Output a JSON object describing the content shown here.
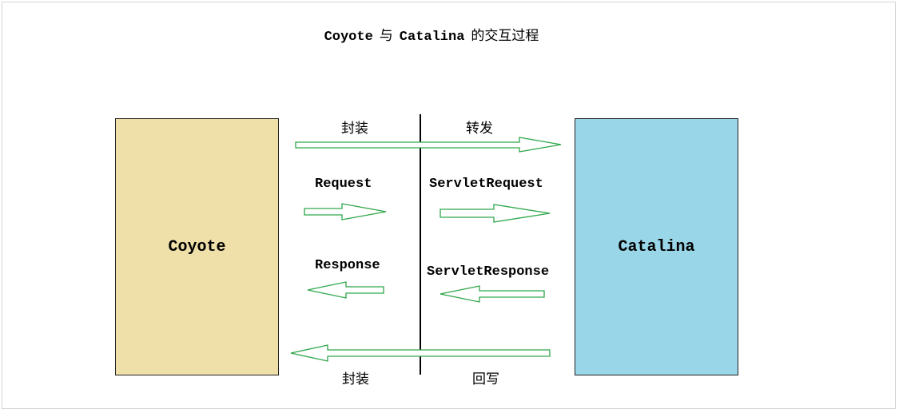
{
  "title": {
    "left": "Coyote",
    "joiner": "与",
    "middle": "Catalina",
    "suffix": "的交互过程"
  },
  "boxes": {
    "coyote": {
      "label": "Coyote",
      "color": "#efe0aa"
    },
    "catalina": {
      "label": "Catalina",
      "color": "#99d6e8"
    }
  },
  "labels": {
    "wrap_top": "封装",
    "forward": "转发",
    "request": "Request",
    "servlet_request": "ServletRequest",
    "response": "Response",
    "servlet_response": "ServletResponse",
    "wrap_bottom": "封装",
    "write_back": "回写"
  },
  "colors": {
    "arrow_stroke": "#2ea64a"
  }
}
